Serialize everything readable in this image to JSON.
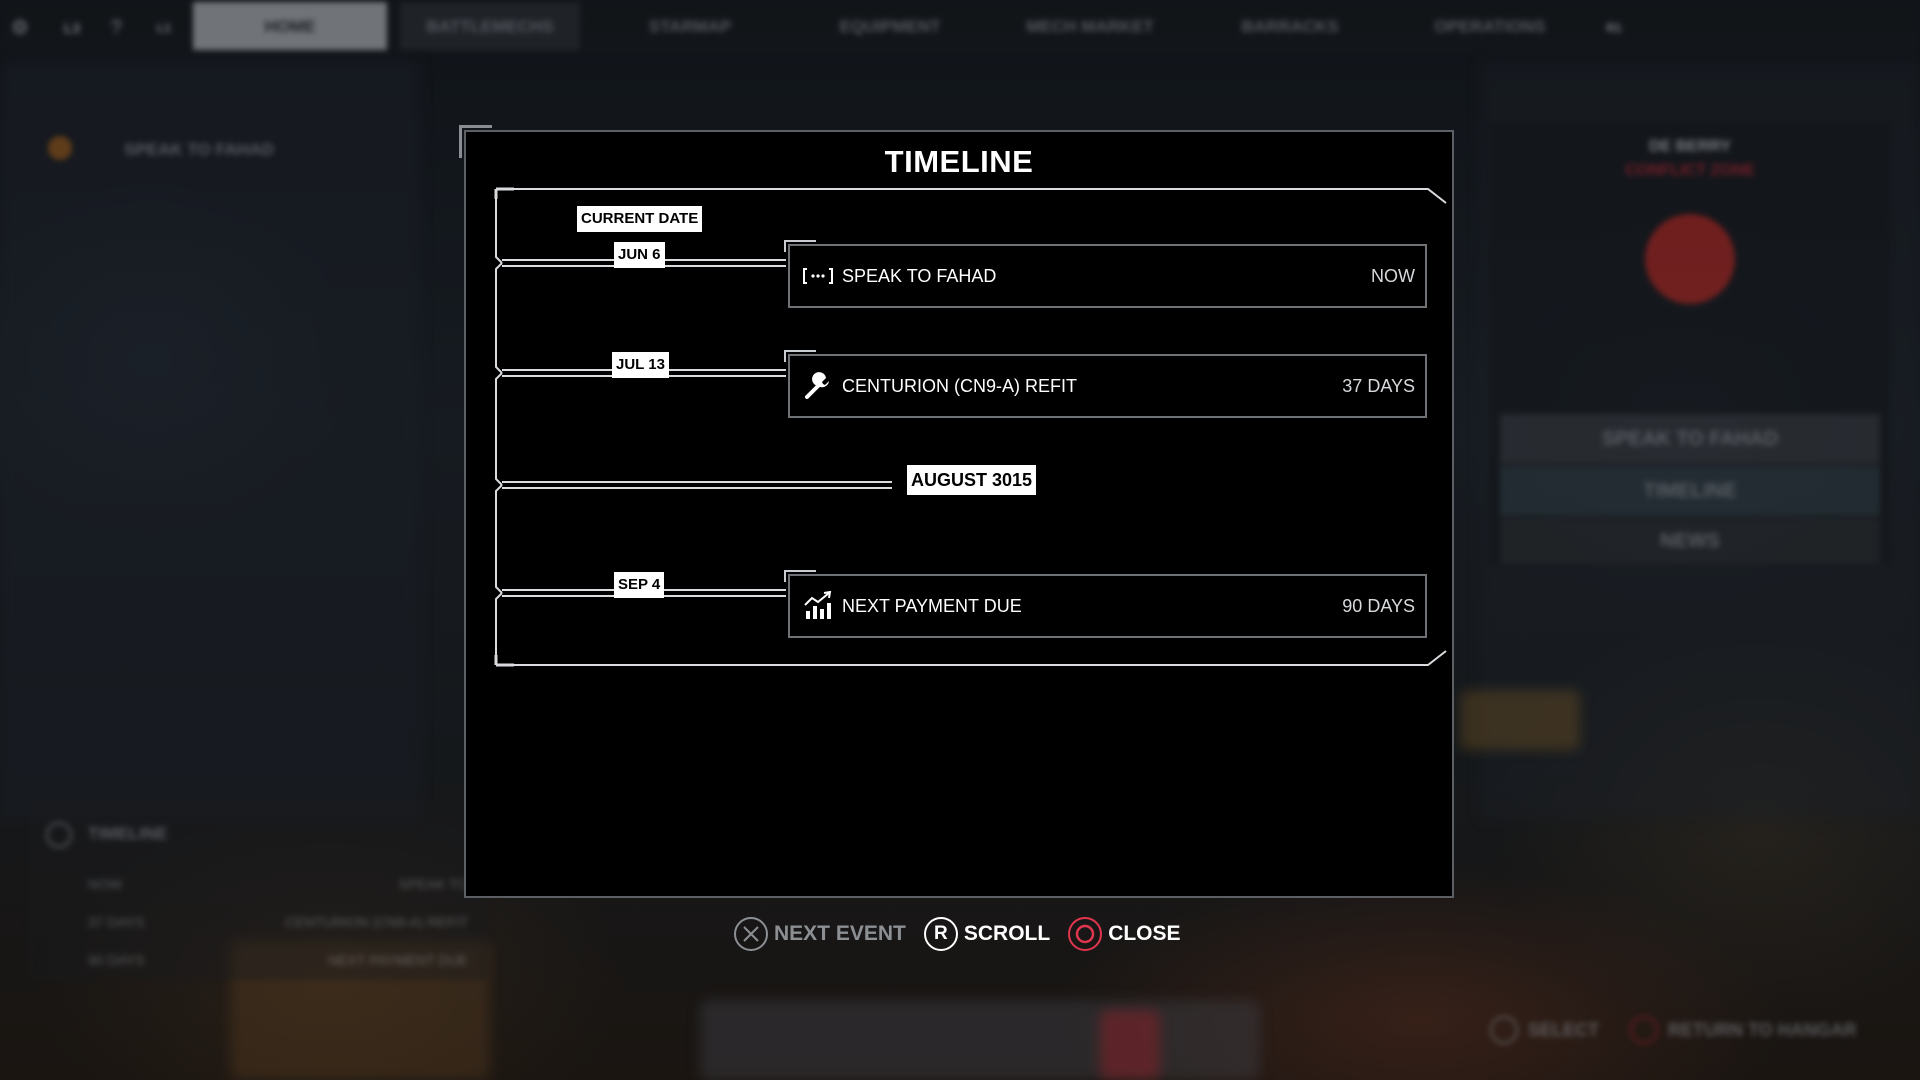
{
  "background": {
    "top_tabs": [
      "HOME",
      "BATTLEMECHS",
      "STARMAP",
      "EQUIPMENT",
      "MECH MARKET",
      "BARRACKS",
      "OPERATIONS"
    ],
    "top_icons": [
      "L3",
      "?",
      "L1",
      "R1"
    ],
    "left_objective": "SPEAK TO FAHAD",
    "right_panel": {
      "system_name": "DE BERRY",
      "system_status": "CONFLICT ZONE",
      "menu_items": [
        "SPEAK TO FAHAD",
        "TIMELINE",
        "NEWS"
      ]
    },
    "left_timeline_panel": {
      "title": "TIMELINE",
      "rows": [
        {
          "left": "NOW",
          "right": "SPEAK TO"
        },
        {
          "left": "37 DAYS",
          "right": "CENTURION (CN9-A) REFIT"
        },
        {
          "left": "90 DAYS",
          "right": "NEXT PAYMENT DUE"
        }
      ]
    },
    "bottom_prompts": [
      "SELECT",
      "RETURN TO HANGAR"
    ]
  },
  "modal": {
    "title": "TIMELINE",
    "current_date_label": "CURRENT DATE",
    "month_label": "AUGUST 3015",
    "events": [
      {
        "date": "JUN 6",
        "icon": "speech-bubble-icon",
        "title": "SPEAK TO FAHAD",
        "when": "NOW"
      },
      {
        "date": "JUL 13",
        "icon": "wrench-icon",
        "title": "CENTURION (CN9-A) REFIT",
        "when": "37 DAYS"
      },
      {
        "date": "SEP 4",
        "icon": "finance-chart-icon",
        "title": "NEXT PAYMENT DUE",
        "when": "90 DAYS"
      }
    ]
  },
  "prompts": {
    "next_event": "NEXT EVENT",
    "scroll": "SCROLL",
    "scroll_button": "R",
    "close": "CLOSE"
  },
  "colors": {
    "accent_close": "#e0364d",
    "panel_border": "#6e7176",
    "chip_bg": "#ffffff"
  }
}
